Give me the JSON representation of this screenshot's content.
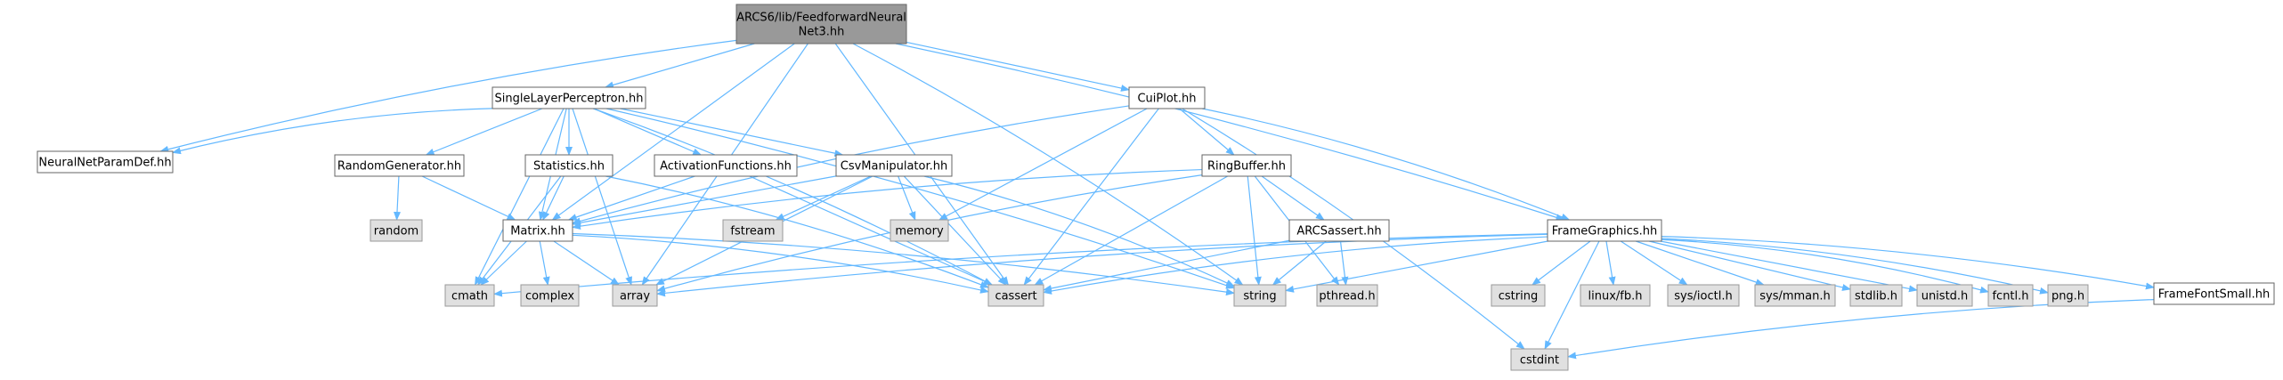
{
  "colors": {
    "edge": "#63b8ff",
    "root_fill": "#999999",
    "root_border": "#666666",
    "header_fill": "#ffffff",
    "header_border": "#666666",
    "system_fill": "#e0e0e0",
    "system_border": "#999999",
    "text": "#000000"
  },
  "nodes": [
    {
      "id": "root",
      "lines": [
        "ARCS6/lib/FeedforwardNeural",
        "Net3.hh"
      ],
      "kind": "root"
    },
    {
      "id": "nnpd",
      "lines": [
        "NeuralNetParamDef.hh"
      ],
      "kind": "header"
    },
    {
      "id": "slp",
      "lines": [
        "SingleLayerPerceptron.hh"
      ],
      "kind": "header"
    },
    {
      "id": "cui",
      "lines": [
        "CuiPlot.hh"
      ],
      "kind": "header"
    },
    {
      "id": "rg",
      "lines": [
        "RandomGenerator.hh"
      ],
      "kind": "header"
    },
    {
      "id": "stat",
      "lines": [
        "Statistics.hh"
      ],
      "kind": "header"
    },
    {
      "id": "act",
      "lines": [
        "ActivationFunctions.hh"
      ],
      "kind": "header"
    },
    {
      "id": "csv",
      "lines": [
        "CsvManipulator.hh"
      ],
      "kind": "header"
    },
    {
      "id": "ring",
      "lines": [
        "RingBuffer.hh"
      ],
      "kind": "header"
    },
    {
      "id": "arcs",
      "lines": [
        "ARCSassert.hh"
      ],
      "kind": "header"
    },
    {
      "id": "fg",
      "lines": [
        "FrameGraphics.hh"
      ],
      "kind": "header"
    },
    {
      "id": "mat",
      "lines": [
        "Matrix.hh"
      ],
      "kind": "header"
    },
    {
      "id": "ffs",
      "lines": [
        "FrameFontSmall.hh"
      ],
      "kind": "header"
    },
    {
      "id": "random",
      "lines": [
        "random"
      ],
      "kind": "system"
    },
    {
      "id": "fstream",
      "lines": [
        "fstream"
      ],
      "kind": "system"
    },
    {
      "id": "memory",
      "lines": [
        "memory"
      ],
      "kind": "system"
    },
    {
      "id": "cmath",
      "lines": [
        "cmath"
      ],
      "kind": "system"
    },
    {
      "id": "complex",
      "lines": [
        "complex"
      ],
      "kind": "system"
    },
    {
      "id": "array",
      "lines": [
        "array"
      ],
      "kind": "system"
    },
    {
      "id": "cassert",
      "lines": [
        "cassert"
      ],
      "kind": "system"
    },
    {
      "id": "string",
      "lines": [
        "string"
      ],
      "kind": "system"
    },
    {
      "id": "pthread",
      "lines": [
        "pthread.h"
      ],
      "kind": "system"
    },
    {
      "id": "cstring",
      "lines": [
        "cstring"
      ],
      "kind": "system"
    },
    {
      "id": "linuxfb",
      "lines": [
        "linux/fb.h"
      ],
      "kind": "system"
    },
    {
      "id": "ioctl",
      "lines": [
        "sys/ioctl.h"
      ],
      "kind": "system"
    },
    {
      "id": "mman",
      "lines": [
        "sys/mman.h"
      ],
      "kind": "system"
    },
    {
      "id": "stdlib",
      "lines": [
        "stdlib.h"
      ],
      "kind": "system"
    },
    {
      "id": "unistd",
      "lines": [
        "unistd.h"
      ],
      "kind": "system"
    },
    {
      "id": "fcntl",
      "lines": [
        "fcntl.h"
      ],
      "kind": "system"
    },
    {
      "id": "png",
      "lines": [
        "png.h"
      ],
      "kind": "system"
    },
    {
      "id": "cstdint",
      "lines": [
        "cstdint"
      ],
      "kind": "system"
    }
  ],
  "edges": [
    [
      "root",
      "nnpd"
    ],
    [
      "root",
      "slp"
    ],
    [
      "root",
      "cui"
    ],
    [
      "root",
      "fg"
    ],
    [
      "root",
      "mat"
    ],
    [
      "root",
      "array"
    ],
    [
      "root",
      "cassert"
    ],
    [
      "root",
      "string"
    ],
    [
      "slp",
      "nnpd"
    ],
    [
      "slp",
      "rg"
    ],
    [
      "slp",
      "stat"
    ],
    [
      "slp",
      "act"
    ],
    [
      "slp",
      "csv"
    ],
    [
      "slp",
      "mat"
    ],
    [
      "slp",
      "cmath"
    ],
    [
      "slp",
      "array"
    ],
    [
      "slp",
      "cassert"
    ],
    [
      "slp",
      "string"
    ],
    [
      "cui",
      "ring"
    ],
    [
      "cui",
      "fg"
    ],
    [
      "cui",
      "mat"
    ],
    [
      "cui",
      "memory"
    ],
    [
      "cui",
      "cassert"
    ],
    [
      "cui",
      "cstdint"
    ],
    [
      "rg",
      "random"
    ],
    [
      "rg",
      "mat"
    ],
    [
      "stat",
      "mat"
    ],
    [
      "stat",
      "cmath"
    ],
    [
      "stat",
      "cassert"
    ],
    [
      "act",
      "mat"
    ],
    [
      "act",
      "cassert"
    ],
    [
      "csv",
      "mat"
    ],
    [
      "csv",
      "fstream"
    ],
    [
      "csv",
      "memory"
    ],
    [
      "csv",
      "array"
    ],
    [
      "csv",
      "cassert"
    ],
    [
      "csv",
      "string"
    ],
    [
      "ring",
      "arcs"
    ],
    [
      "ring",
      "mat"
    ],
    [
      "ring",
      "array"
    ],
    [
      "ring",
      "cassert"
    ],
    [
      "ring",
      "string"
    ],
    [
      "ring",
      "pthread"
    ],
    [
      "arcs",
      "cassert"
    ],
    [
      "arcs",
      "string"
    ],
    [
      "arcs",
      "pthread"
    ],
    [
      "mat",
      "cmath"
    ],
    [
      "mat",
      "complex"
    ],
    [
      "mat",
      "array"
    ],
    [
      "mat",
      "cassert"
    ],
    [
      "mat",
      "string"
    ],
    [
      "fg",
      "ffs"
    ],
    [
      "fg",
      "cmath"
    ],
    [
      "fg",
      "array"
    ],
    [
      "fg",
      "cassert"
    ],
    [
      "fg",
      "string"
    ],
    [
      "fg",
      "cstring"
    ],
    [
      "fg",
      "linuxfb"
    ],
    [
      "fg",
      "ioctl"
    ],
    [
      "fg",
      "mman"
    ],
    [
      "fg",
      "stdlib"
    ],
    [
      "fg",
      "unistd"
    ],
    [
      "fg",
      "fcntl"
    ],
    [
      "fg",
      "png"
    ],
    [
      "fg",
      "cstdint"
    ],
    [
      "ffs",
      "cstdint"
    ]
  ]
}
